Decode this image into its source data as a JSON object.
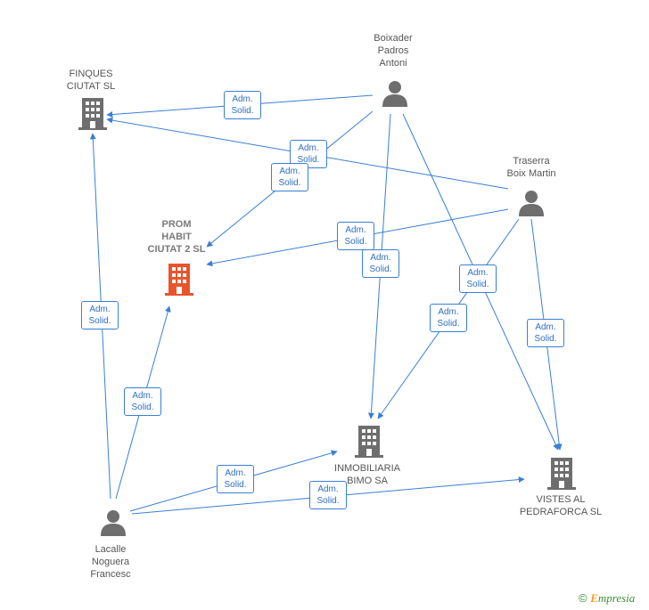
{
  "colors": {
    "edge": "#3a7fd5",
    "company": "#6e6e6e",
    "company_highlight": "#e8552c",
    "person": "#6e6e6e"
  },
  "nodes": {
    "finques": {
      "label": "FINQUES\nCIUTAT SL",
      "kind": "company-icon"
    },
    "prom": {
      "label": "PROM\nHABIT\nCIUTAT 2 SL",
      "kind": "company-icon"
    },
    "inmobiliaria": {
      "label": "INMOBILIARIA\nBIMO SA",
      "kind": "company-icon"
    },
    "vistes": {
      "label": "VISTES AL\nPEDRAFORCA SL",
      "kind": "company-icon"
    },
    "boixader": {
      "label": "Boixader\nPadros\nAntoni",
      "kind": "person-icon"
    },
    "traserra": {
      "label": "Traserra\nBoix Martin",
      "kind": "person-icon"
    },
    "lacalle": {
      "label": "Lacalle\nNoguera\nFrancesc",
      "kind": "person-icon"
    }
  },
  "relation_label": "Adm.\nSolid.",
  "copyright": {
    "symbol": "©",
    "brand_first": "E",
    "brand_rest": "mpresia"
  }
}
